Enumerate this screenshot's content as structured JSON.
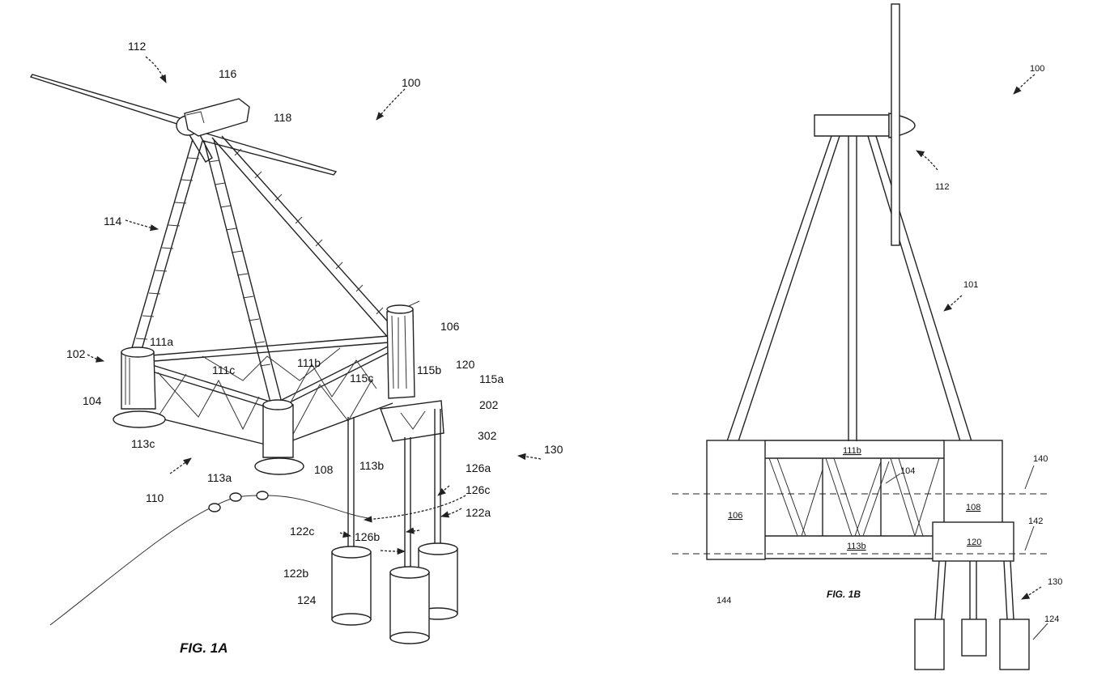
{
  "fig1a": {
    "caption": "FIG. 1A",
    "labels": {
      "l100": "100",
      "l112": "112",
      "l116": "116",
      "l118": "118",
      "l114": "114",
      "l102": "102",
      "l104": "104",
      "l106": "106",
      "l108": "108",
      "l110": "110",
      "l111a": "111a",
      "l111b": "111b",
      "l111c": "111c",
      "l113a": "113a",
      "l113b": "113b",
      "l113c": "113c",
      "l115a": "115a",
      "l115b": "115b",
      "l115c": "115c",
      "l120": "120",
      "l202": "202",
      "l302": "302",
      "l130": "130",
      "l126a": "126a",
      "l126b": "126b",
      "l126c": "126c",
      "l122a": "122a",
      "l122b": "122b",
      "l122c": "122c",
      "l124": "124"
    }
  },
  "fig1b": {
    "caption": "FIG. 1B",
    "labels": {
      "l100": "100",
      "l112": "112",
      "l101": "101",
      "l111b": "111b",
      "l104": "104",
      "l106": "106",
      "l108": "108",
      "l113b": "113b",
      "l120": "120",
      "l140": "140",
      "l142": "142",
      "l144": "144",
      "l130": "130",
      "l124": "124"
    }
  }
}
